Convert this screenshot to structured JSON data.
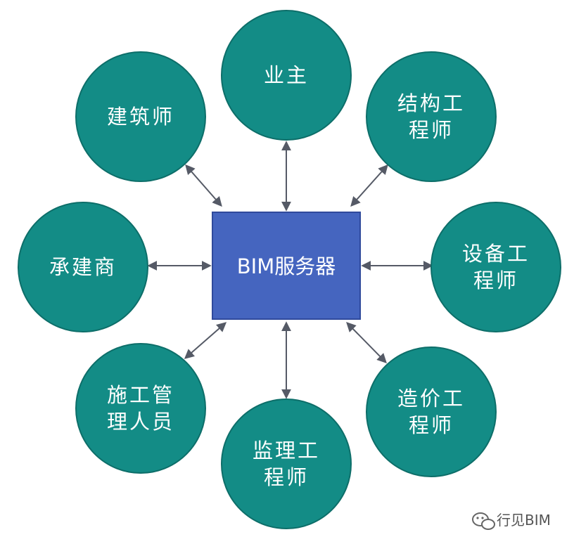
{
  "center": {
    "label": "BIM服务器",
    "fill": "#4565bf"
  },
  "nodes": [
    {
      "id": "owner",
      "lines": [
        "业主"
      ]
    },
    {
      "id": "structural-engineer",
      "lines": [
        "结构工",
        "程师"
      ]
    },
    {
      "id": "equipment-engineer",
      "lines": [
        "设备工",
        "程师"
      ]
    },
    {
      "id": "cost-engineer",
      "lines": [
        "造价工",
        "程师"
      ]
    },
    {
      "id": "supervision-engineer",
      "lines": [
        "监理工",
        "程师"
      ]
    },
    {
      "id": "construction-manager",
      "lines": [
        "施工管",
        "理人员"
      ]
    },
    {
      "id": "contractor",
      "lines": [
        "承建商"
      ]
    },
    {
      "id": "architect",
      "lines": [
        "建筑师"
      ]
    }
  ],
  "node_color": "#138c86",
  "arrow_color": "#555a66",
  "watermark": {
    "icon": "wechat-icon",
    "text": "行见BIM"
  }
}
